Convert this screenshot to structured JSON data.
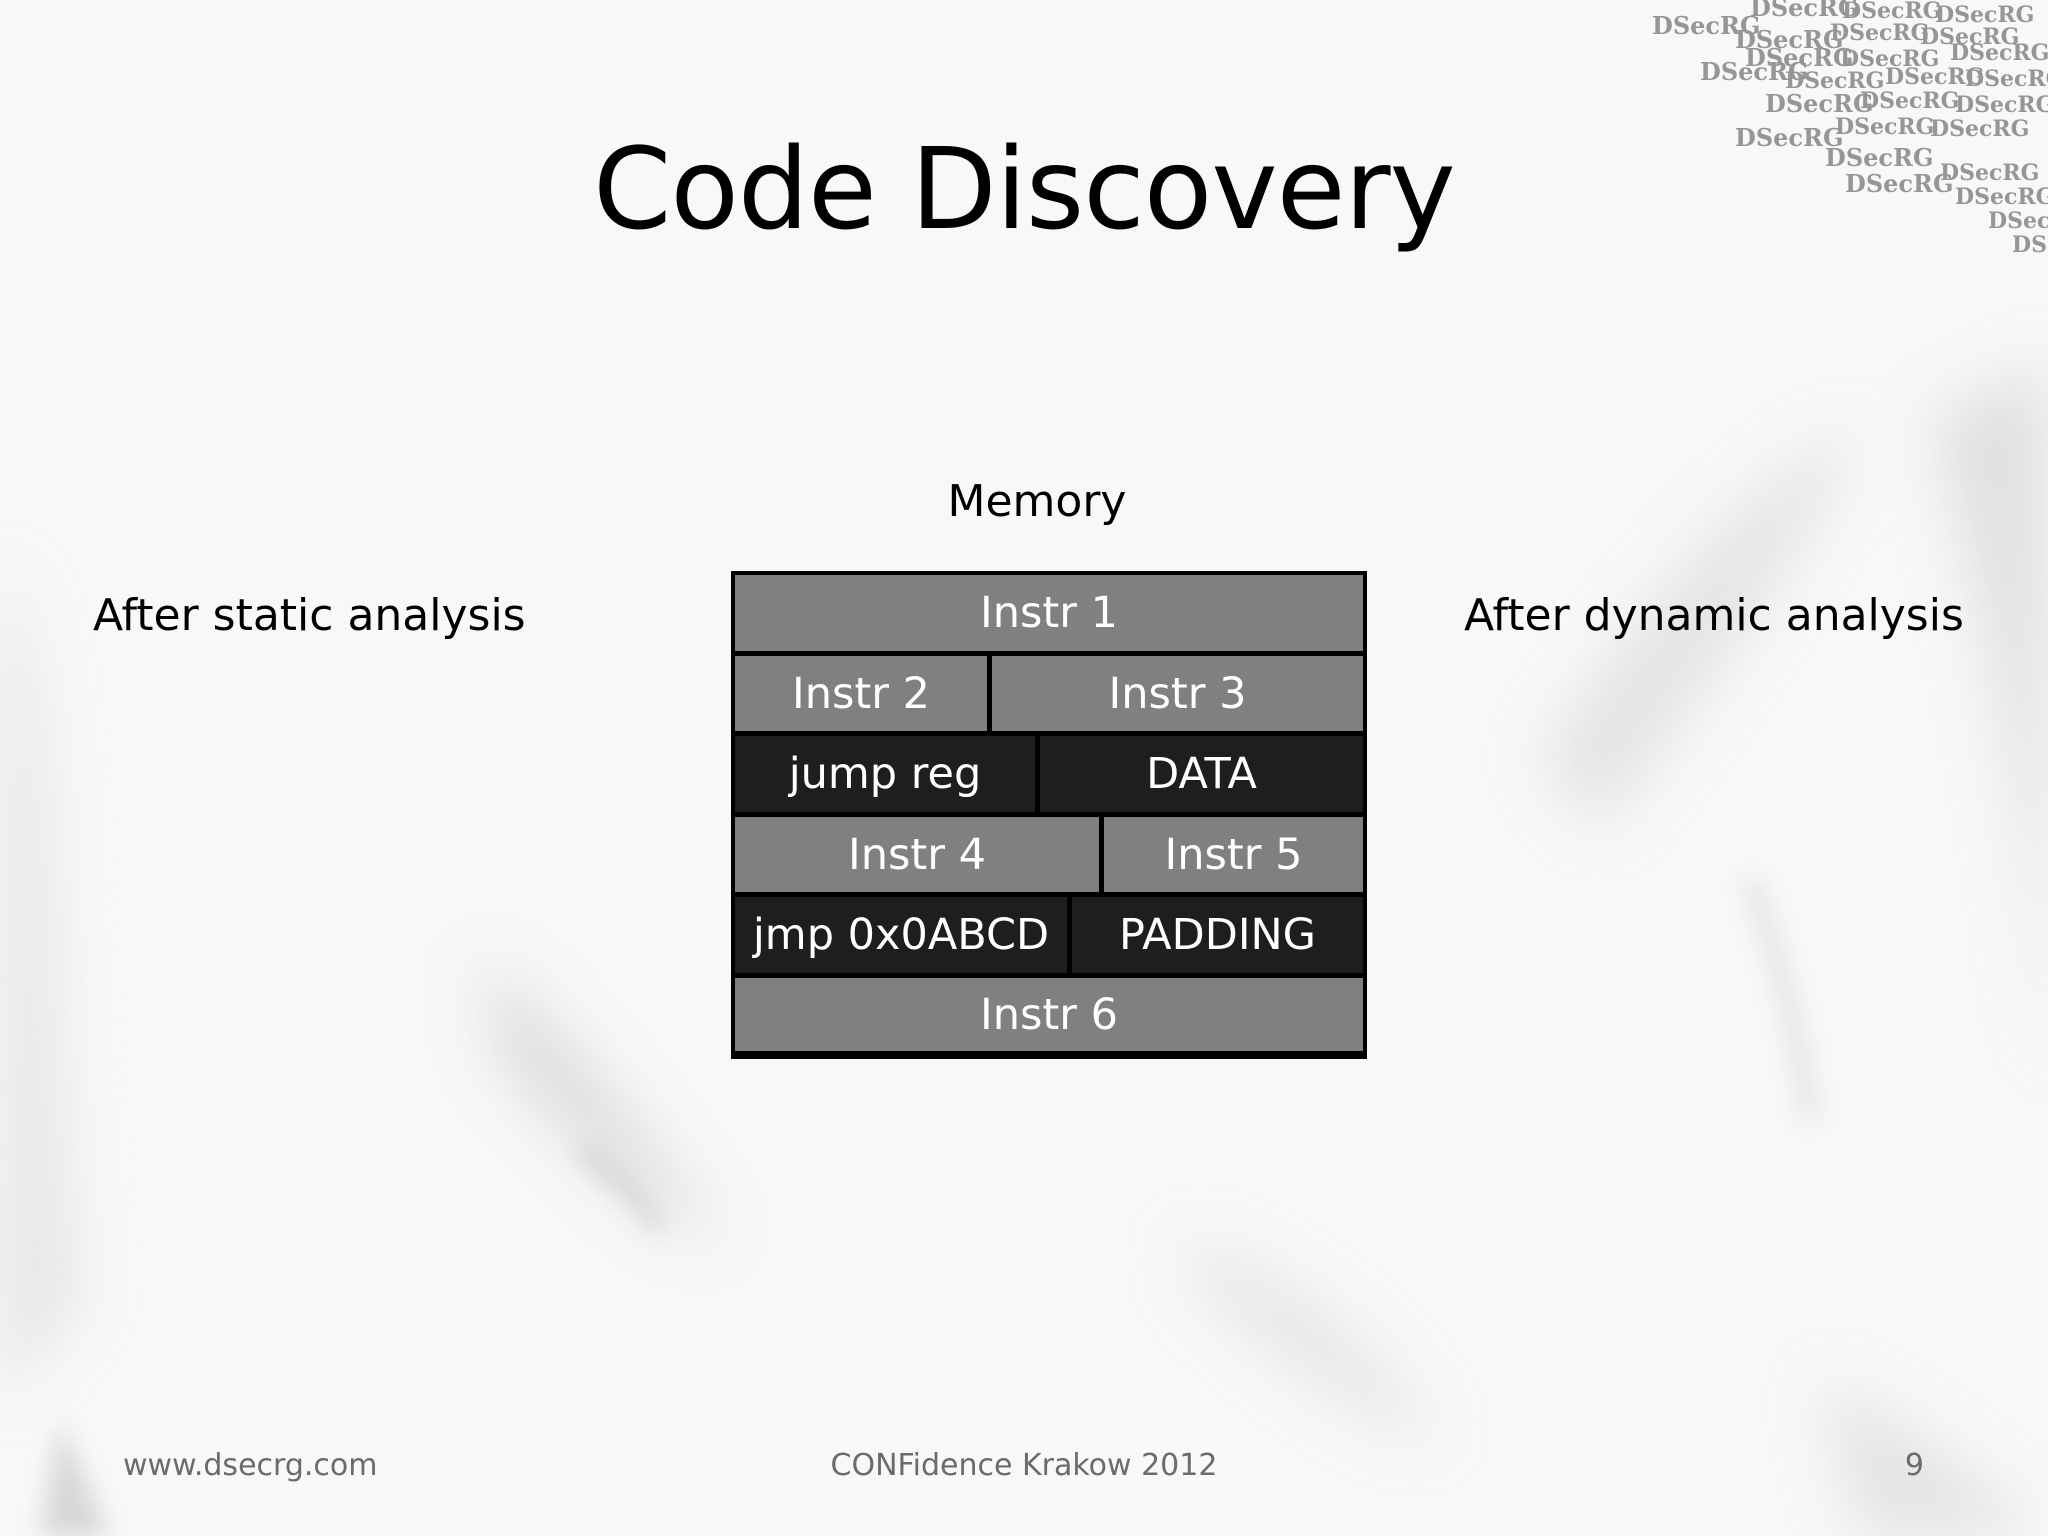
{
  "slide": {
    "title": "Code Discovery",
    "memory_label": "Memory",
    "left_label": "After static analysis",
    "right_label": "After dynamic analysis"
  },
  "memory_rows": [
    [
      {
        "label": "Instr 1",
        "kind": "instruction"
      }
    ],
    [
      {
        "label": "Instr 2",
        "kind": "instruction"
      },
      {
        "label": "Instr 3",
        "kind": "instruction"
      }
    ],
    [
      {
        "label": "jump reg",
        "kind": "dark"
      },
      {
        "label": "DATA",
        "kind": "dark"
      }
    ],
    [
      {
        "label": "Instr 4",
        "kind": "instruction"
      },
      {
        "label": "Instr 5",
        "kind": "instruction"
      }
    ],
    [
      {
        "label": "jmp 0x0ABCD",
        "kind": "dark"
      },
      {
        "label": "PADDING",
        "kind": "dark"
      }
    ],
    [
      {
        "label": "Instr 6",
        "kind": "instruction"
      }
    ]
  ],
  "footer": {
    "website": "www.dsecrg.com",
    "event": "CONFidence Krakow 2012",
    "page_number": "9"
  },
  "colors": {
    "instruction_block": "#808080",
    "dark_block": "#1e1e1e",
    "block_border": "#000000",
    "footer_text": "#6b6b6b"
  },
  "logo": {
    "icon": "dsecrg-watermark-logo",
    "text": "DSecRG"
  }
}
